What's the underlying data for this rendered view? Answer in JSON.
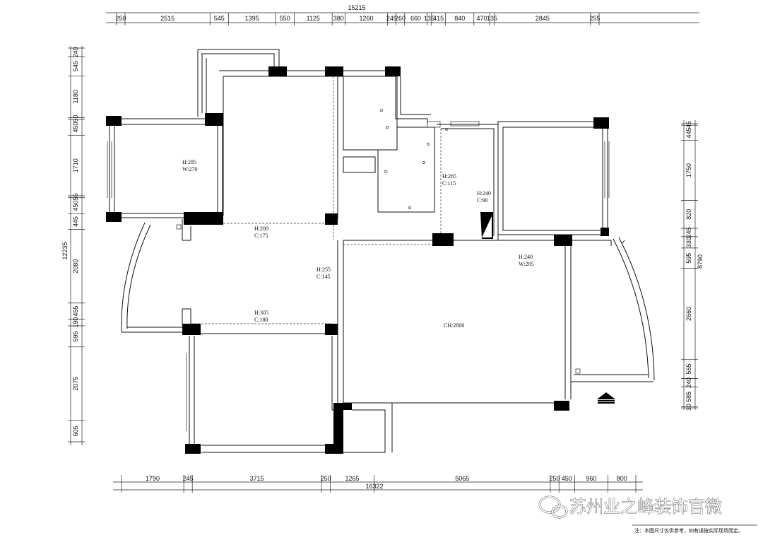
{
  "dimensions": {
    "top_total": "15215",
    "top": [
      "250",
      "2515",
      "545",
      "1395",
      "550",
      "1125",
      "380",
      "1260",
      "245",
      "260",
      "660",
      "135",
      "415",
      "840",
      "470",
      "135",
      "2845",
      "255"
    ],
    "bottom_total": "16322",
    "bottom": [
      "1790",
      "245",
      "3715",
      "250",
      "1265",
      "5065",
      "250",
      "450",
      "960",
      "800"
    ],
    "left_total": "12235",
    "left": [
      "240",
      "545",
      "1180",
      "50",
      "450",
      "1710",
      "55",
      "450",
      "445",
      "2080",
      "455",
      "190",
      "595",
      "2075",
      "605"
    ],
    "right_total": "8790",
    "right": [
      "45",
      "445",
      "1750",
      "820",
      "245",
      "330",
      "595",
      "2660",
      "565",
      "240",
      "585",
      "30"
    ]
  },
  "rooms": [
    {
      "h": "H:285",
      "s": "W:270"
    },
    {
      "h": "H:200",
      "s": "C:175"
    },
    {
      "h": "H:255",
      "s": "C:145"
    },
    {
      "h": "H:305",
      "s": "C:180"
    },
    {
      "h": "H:265",
      "s": "C:115"
    },
    {
      "h": "H:240",
      "s": "C:90"
    },
    {
      "h": "H:240",
      "s": "W:285"
    }
  ],
  "ceiling_height": "CH:2800",
  "watermark": "苏州业之峰装饰官微",
  "footnote": "注：本图尺寸仅供参考，如有误按实际现场而定。"
}
